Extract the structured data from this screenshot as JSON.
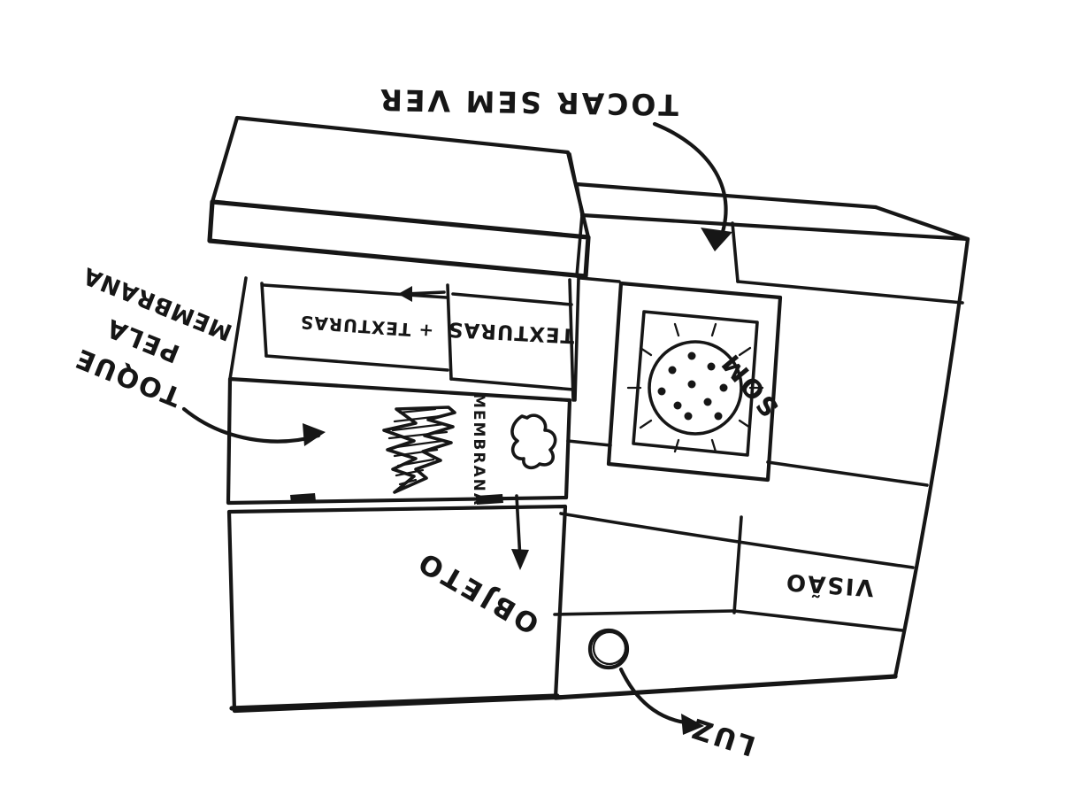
{
  "background": "#ffffff",
  "ink_color": "#161616",
  "annotations": {
    "tocar_sem_ver": "TOCAR SEM VER",
    "toque_pela_membrana": {
      "line1": "TOQUE",
      "line2": "PELA",
      "line3": "MEMBRANA"
    },
    "mais_texturas": "+ TEXTURAS",
    "texturas": "TEXTURAS",
    "membrana": "MEMBRANA",
    "objeto": "OBJETO",
    "som": "SOM",
    "visao": "VISÃO",
    "luz": "LUZ"
  }
}
